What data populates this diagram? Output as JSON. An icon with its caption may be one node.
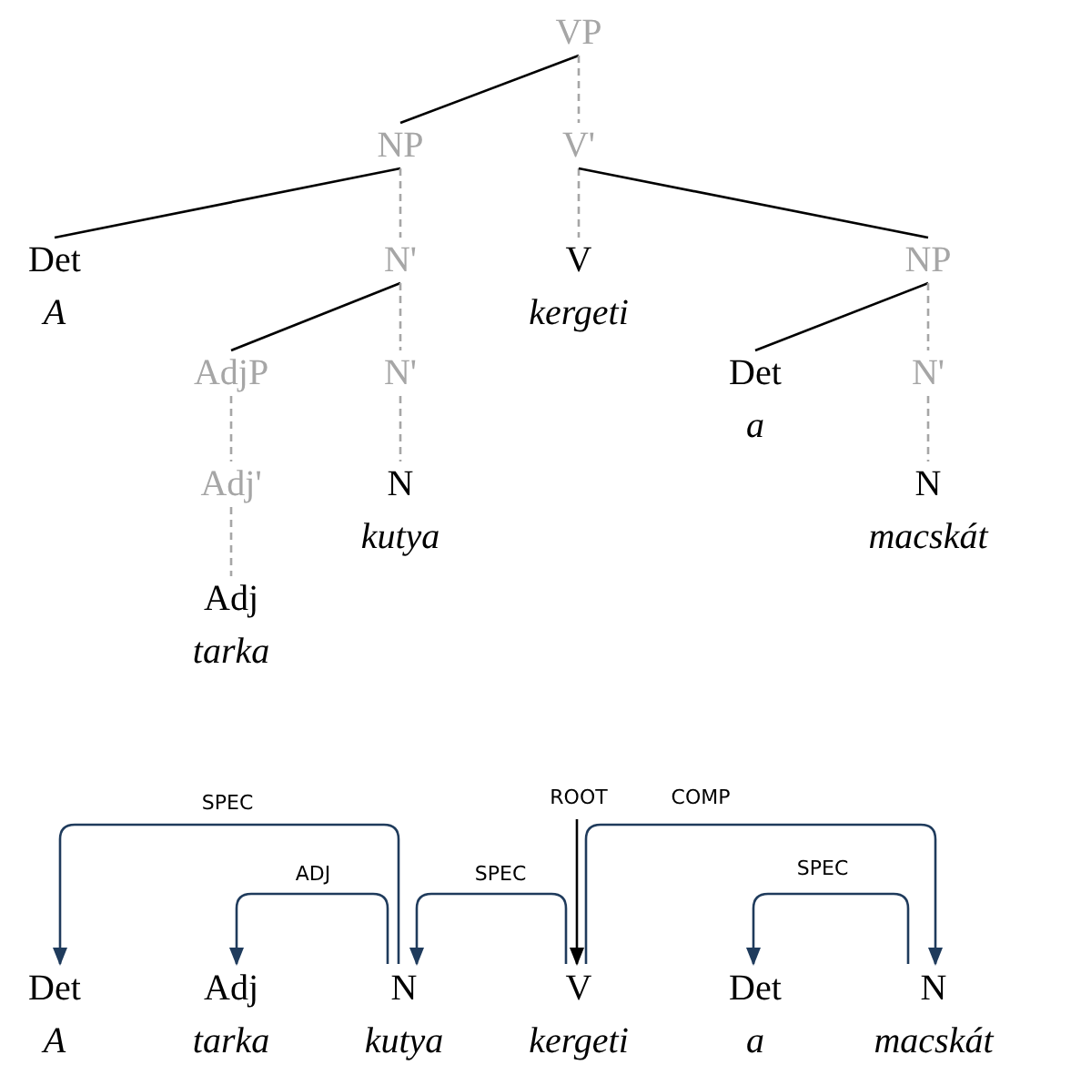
{
  "diagram": {
    "nodes": [
      {
        "text": [
          "VP"
        ]
      },
      {
        "text": [
          "NP"
        ]
      },
      {
        "text": [
          "V'"
        ]
      },
      {
        "text": [
          "Det",
          "A"
        ]
      },
      {
        "text": [
          "N'"
        ]
      },
      {
        "text": [
          "V",
          "kergeti"
        ]
      },
      {
        "text": [
          "NP"
        ]
      },
      {
        "text": [
          "AdjP"
        ]
      },
      {
        "text": [
          "N'"
        ]
      },
      {
        "text": [
          "Det",
          "a"
        ]
      },
      {
        "text": [
          "N'"
        ]
      },
      {
        "text": [
          "Adj'"
        ]
      },
      {
        "text": [
          "N",
          "kutya"
        ]
      },
      {
        "text": [
          "N",
          "macskát"
        ]
      },
      {
        "text": [
          "Adj",
          "tarka"
        ]
      },
      {
        "text": [
          "Det",
          "A"
        ]
      },
      {
        "text": [
          "Adj",
          "tarka"
        ]
      },
      {
        "text": [
          "N",
          "kutya"
        ]
      },
      {
        "text": [
          "V",
          "kergeti"
        ]
      },
      {
        "text": [
          "Det",
          "a"
        ]
      },
      {
        "text": [
          "N",
          "macskát"
        ]
      }
    ],
    "edges": [
      {
        "from": 0,
        "to": 1,
        "arrow": "none",
        "color": "#000000"
      },
      {
        "from": 0,
        "to": 2,
        "arrow": "none",
        "style": "dashed"
      },
      {
        "from": 1,
        "to": 3,
        "arrow": "none",
        "color": "#000000"
      },
      {
        "from": 1,
        "to": 4,
        "arrow": "none",
        "style": "dashed"
      },
      {
        "from": 2,
        "to": 5,
        "arrow": "none",
        "style": "dashed"
      },
      {
        "from": 2,
        "to": 6,
        "arrow": "none",
        "color": "#000000"
      },
      {
        "from": 4,
        "to": 7,
        "arrow": "none",
        "color": "#000000"
      },
      {
        "from": 4,
        "to": 8,
        "arrow": "none",
        "style": "dashed"
      },
      {
        "from": 6,
        "to": 9,
        "arrow": "none",
        "color": "#000000"
      },
      {
        "from": 6,
        "to": 10,
        "arrow": "none",
        "style": "dashed"
      },
      {
        "from": 7,
        "to": 11,
        "arrow": "none",
        "style": "dashed"
      },
      {
        "from": 8,
        "to": 12,
        "arrow": "none",
        "style": "dashed"
      },
      {
        "from": 10,
        "to": 13,
        "arrow": "none",
        "style": "dashed"
      },
      {
        "from": 11,
        "to": 14,
        "arrow": "none",
        "style": "dashed"
      },
      {
        "from": 17,
        "to": 15,
        "arrow": "to",
        "label": "SPEC",
        "color": "#1f3b5c"
      },
      {
        "from": 17,
        "to": 16,
        "arrow": "to",
        "label": "ADJ",
        "color": "#1f3b5c"
      },
      {
        "from": 18,
        "to": 17,
        "arrow": "to",
        "label": "SPEC",
        "color": "#1f3b5c"
      },
      {
        "from": null,
        "to": 18,
        "arrow": "to",
        "label": "ROOT",
        "color": "#000000"
      },
      {
        "from": 18,
        "to": 20,
        "arrow": "to",
        "label": "COMP",
        "color": "#1f3b5c"
      },
      {
        "from": 20,
        "to": 19,
        "arrow": "to",
        "label": "SPEC",
        "color": "#1f3b5c"
      }
    ]
  }
}
